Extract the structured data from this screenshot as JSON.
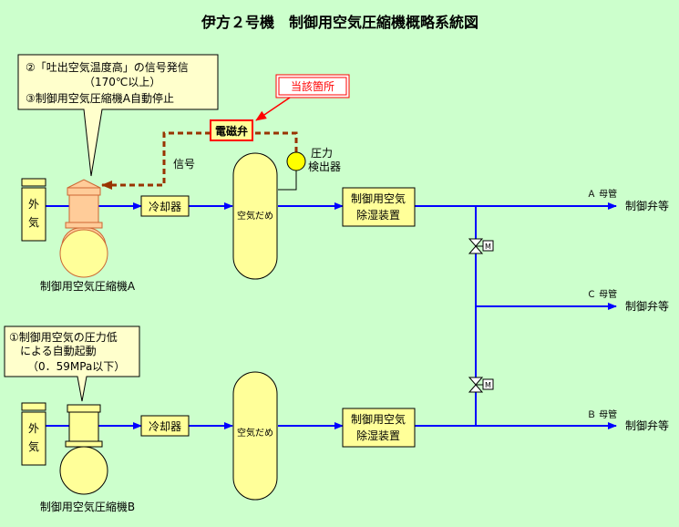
{
  "title": "伊方２号機　制御用空気圧縮機概略系統図",
  "callout_a": {
    "line1": "②「吐出空気温度高」の信号発信",
    "line2": "（170℃以上）",
    "line3": "③制御用空気圧縮機A自動停止"
  },
  "callout_b": {
    "line1": "①制御用空気の圧力低",
    "line2": "による自動起動",
    "line3": "（0．59MPa以下）"
  },
  "target_label": "当該箇所",
  "solenoid_label": "電磁弁",
  "signal_label": "信号",
  "pressure_detector": {
    "line1": "圧力",
    "line2": "検出器"
  },
  "outside_air": {
    "line1": "外",
    "line2": "気"
  },
  "cooler_label": "冷却器",
  "receiver_label": "空気だめ",
  "dryer": {
    "line1": "制御用空気",
    "line2": "除湿装置"
  },
  "compressor_a_label": "制御用空気圧縮機A",
  "compressor_b_label": "制御用空気圧縮機B",
  "header_a": "Ａ 母管",
  "header_b": "Ｂ 母管",
  "header_c": "Ｃ 母管",
  "destination": "制御弁等",
  "valve_motor": "M",
  "colors": {
    "background": "#ccffcc",
    "component_fill": "#ffff99",
    "pipe": "#0000ff",
    "signal_line": "#993300",
    "target_red": "#ff0000"
  }
}
